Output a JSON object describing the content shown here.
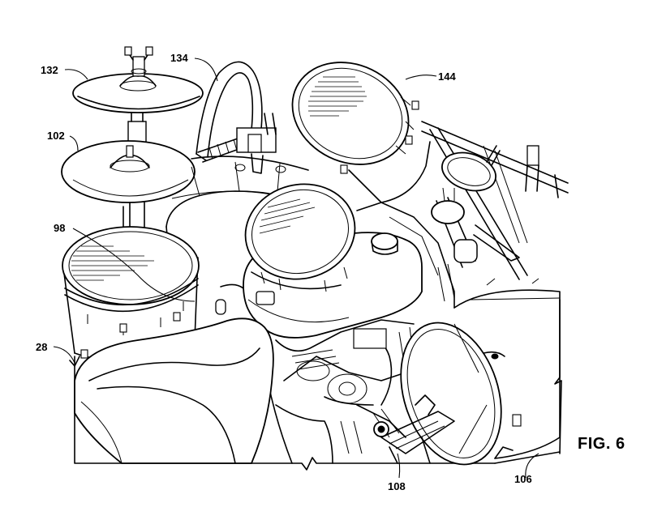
{
  "figure": {
    "label": "FIG. 6"
  },
  "reference_numerals": [
    {
      "id": "132",
      "text": "132"
    },
    {
      "id": "134",
      "text": "134"
    },
    {
      "id": "144",
      "text": "144"
    },
    {
      "id": "102",
      "text": "102"
    },
    {
      "id": "98",
      "text": "98"
    },
    {
      "id": "28",
      "text": "28"
    },
    {
      "id": "108",
      "text": "108"
    },
    {
      "id": "106",
      "text": "106"
    }
  ]
}
